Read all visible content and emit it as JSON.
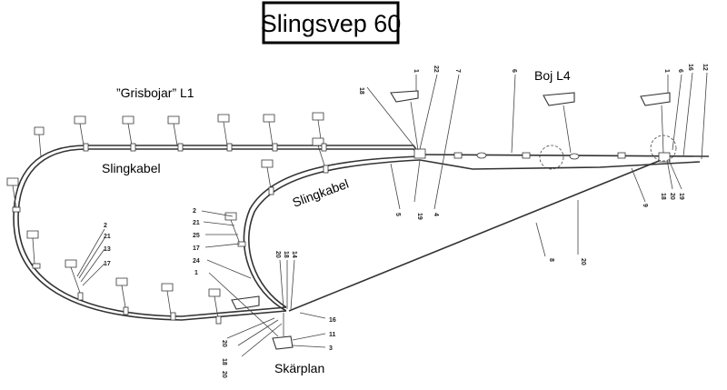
{
  "diagram": {
    "title": "Slingsvep  60",
    "labels": {
      "grisbojar": "”Grisbojar” L1",
      "boj_l4": "Boj L4",
      "slingkabel_1": "Slingkabel",
      "slingkabel_2": "Slingkabel",
      "skarplan": "Skärplan"
    },
    "part_numbers": {
      "top_left_group": [
        "18",
        "1",
        "22",
        "7"
      ],
      "top_right_group": [
        "6",
        "1",
        "6",
        "16",
        "12"
      ],
      "left_stack": [
        "2",
        "21",
        "13",
        "17"
      ],
      "middle_stack": [
        "2",
        "21",
        "25",
        "17",
        "24",
        "1"
      ],
      "bottom_stack": [
        "20",
        "18",
        "14"
      ],
      "bottom_right": [
        "16",
        "11",
        "3"
      ],
      "bottom_left_rotated": [
        "20",
        "18",
        "20"
      ],
      "junction_left": [
        "19",
        "5",
        "4"
      ],
      "right_side": [
        "18",
        "20",
        "19",
        "9",
        "8",
        "20"
      ]
    }
  }
}
